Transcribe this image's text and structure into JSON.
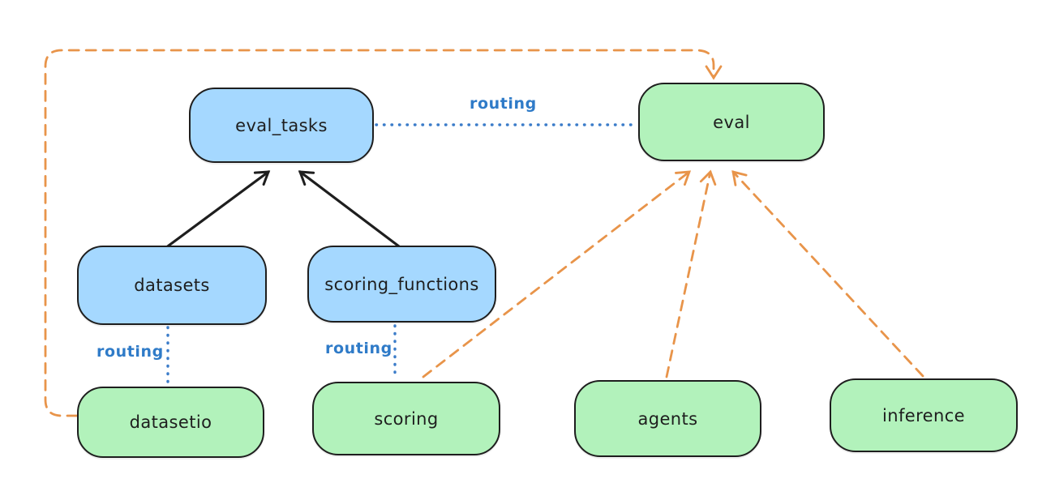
{
  "diagram": {
    "colors": {
      "api_box_fill": "#a5d8ff",
      "provider_box_fill": "#b2f2bb",
      "box_stroke": "#1e1e1e",
      "routing_blue": "#2f7bc8",
      "dependency_orange": "#e8944a",
      "solid_arrow_black": "#1e1e1e",
      "background": "#ffffff"
    },
    "nodes": {
      "eval_tasks": {
        "label": "eval_tasks",
        "kind": "api"
      },
      "eval": {
        "label": "eval",
        "kind": "provider"
      },
      "datasets": {
        "label": "datasets",
        "kind": "api"
      },
      "scoring_functions": {
        "label": "scoring_functions",
        "kind": "api"
      },
      "datasetio": {
        "label": "datasetio",
        "kind": "provider"
      },
      "scoring": {
        "label": "scoring",
        "kind": "provider"
      },
      "agents": {
        "label": "agents",
        "kind": "provider"
      },
      "inference": {
        "label": "inference",
        "kind": "provider"
      }
    },
    "edges": [
      {
        "from": "datasets",
        "to": "eval_tasks",
        "style": "solid-black-arrow",
        "label": ""
      },
      {
        "from": "scoring_functions",
        "to": "eval_tasks",
        "style": "solid-black-arrow",
        "label": ""
      },
      {
        "from": "eval_tasks",
        "to": "eval",
        "style": "dotted-blue",
        "label": "routing"
      },
      {
        "from": "datasets",
        "to": "datasetio",
        "style": "dotted-blue",
        "label": "routing"
      },
      {
        "from": "scoring_functions",
        "to": "scoring",
        "style": "dotted-blue",
        "label": "routing"
      },
      {
        "from": "datasetio",
        "to": "eval",
        "style": "dashed-orange-arrow",
        "label": ""
      },
      {
        "from": "scoring",
        "to": "eval",
        "style": "dashed-orange-arrow",
        "label": ""
      },
      {
        "from": "agents",
        "to": "eval",
        "style": "dashed-orange-arrow",
        "label": ""
      },
      {
        "from": "inference",
        "to": "eval",
        "style": "dashed-orange-arrow",
        "label": ""
      }
    ]
  }
}
